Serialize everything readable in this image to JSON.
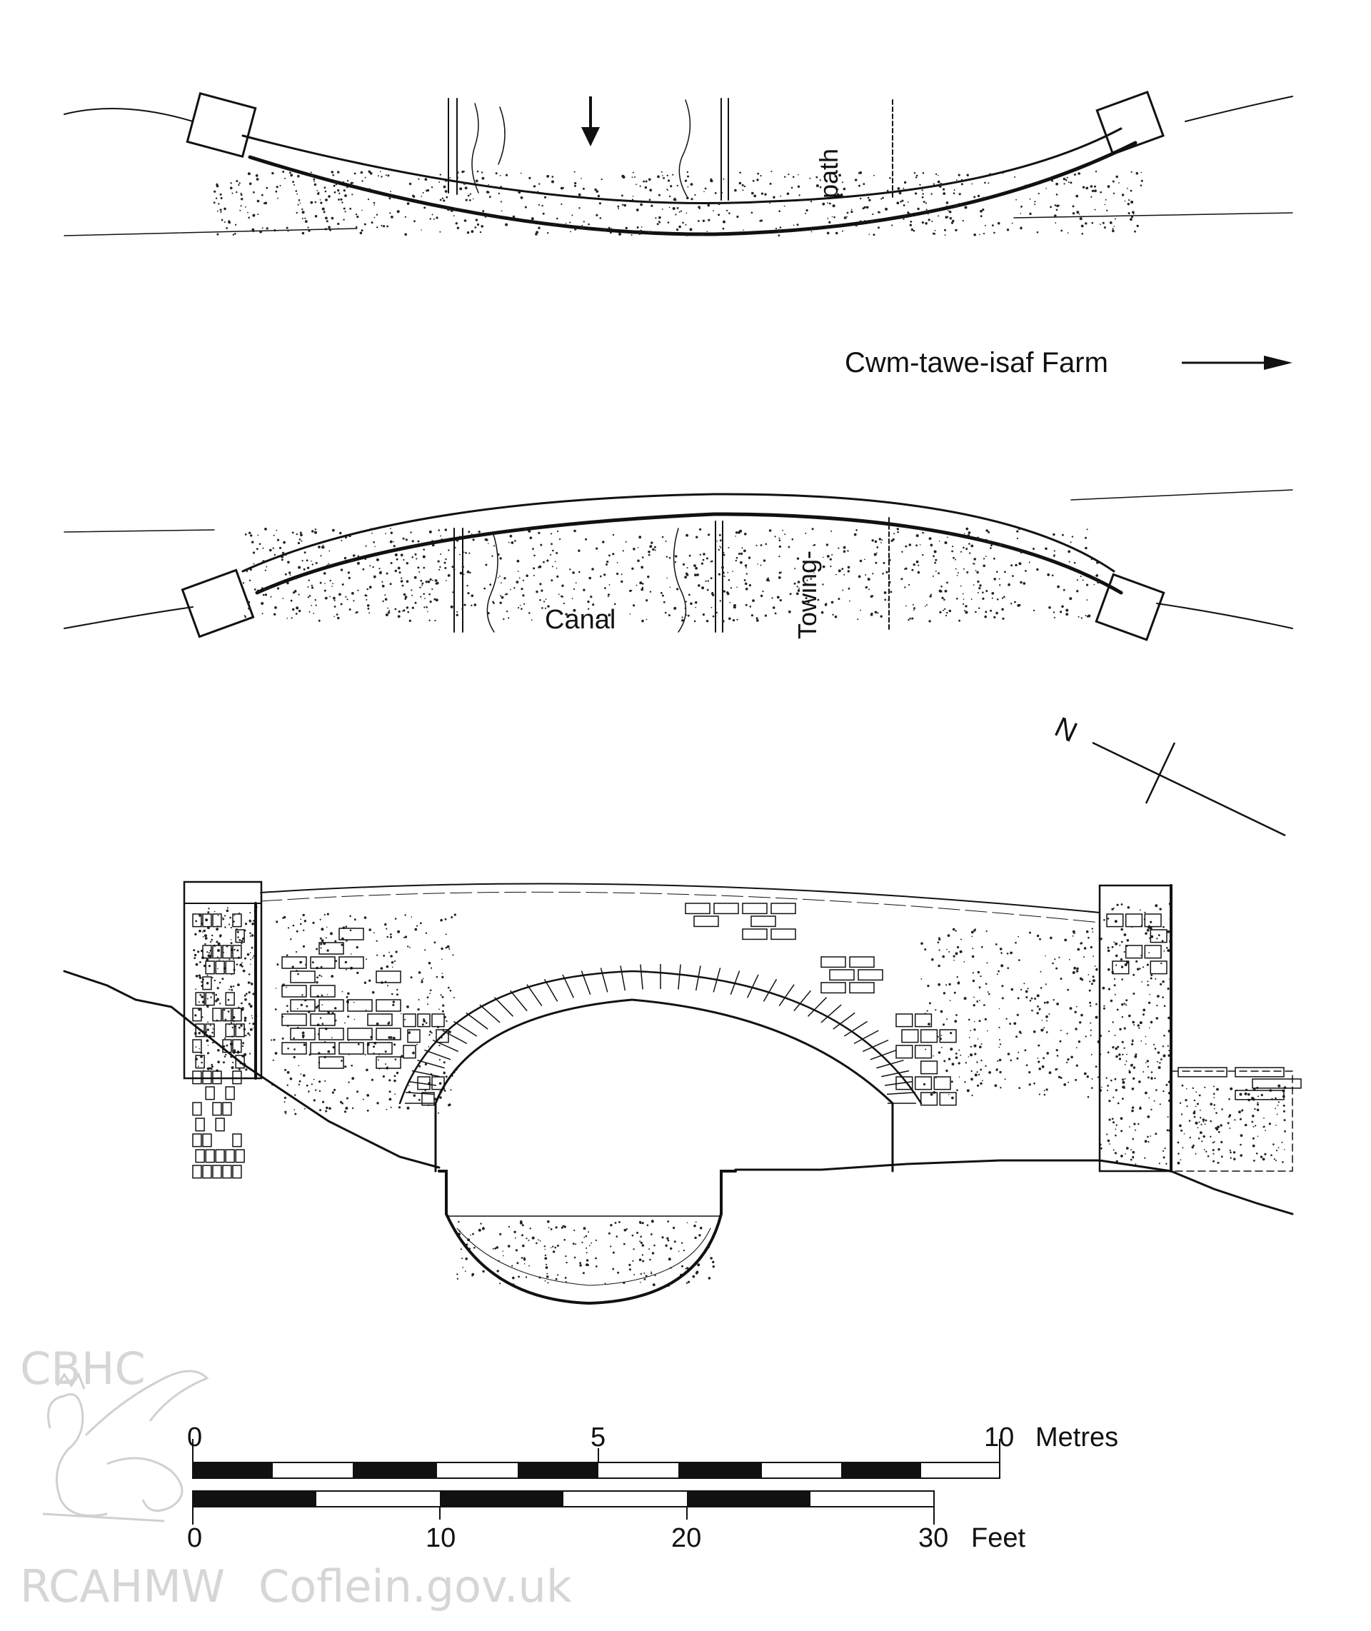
{
  "plan": {
    "labels": {
      "path_upper": "path",
      "towing_lower": "Towing-",
      "canal": "Canal",
      "farm_direction": "Cwm-tawe-isaf Farm"
    },
    "icons": [
      "arrow-down-icon",
      "arrow-right-icon"
    ]
  },
  "north_arrow": {
    "label": "N"
  },
  "elevation": {},
  "scale_bars": {
    "metres": {
      "unit": "Metres",
      "ticks": [
        "0",
        "5",
        "10"
      ]
    },
    "feet": {
      "unit": "Feet",
      "ticks": [
        "0",
        "10",
        "20",
        "30"
      ]
    }
  },
  "watermark": {
    "org_short": "CBHC",
    "org_english": "RCAHMW",
    "site": "Coflein.gov.uk"
  }
}
